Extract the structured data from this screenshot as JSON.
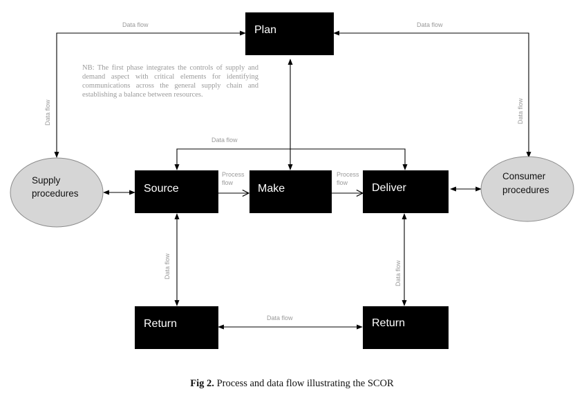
{
  "diagram": {
    "nodes": {
      "plan": "Plan",
      "source": "Source",
      "make": "Make",
      "deliver": "Deliver",
      "return_left": "Return",
      "return_right": "Return",
      "supply": [
        "Supply",
        "procedures"
      ],
      "consumer": [
        "Consumer",
        "procedures"
      ]
    },
    "edge_labels": {
      "data_flow": "Data flow",
      "process_flow": [
        "Process",
        "flow"
      ]
    },
    "note": "NB: The first phase integrates the controls of supply and demand aspect with critical elements for identifying communications across the general supply chain and establishing a balance between resources."
  },
  "caption": {
    "label": "Fig 2.",
    "text": " Process and data flow illustrating the SCOR"
  },
  "colors": {
    "box_fill": "#000000",
    "ellipse_fill": "#d6d6d6",
    "ellipse_stroke": "#8a8a8a",
    "line": "#000000",
    "muted_text": "#9a9a9a"
  }
}
